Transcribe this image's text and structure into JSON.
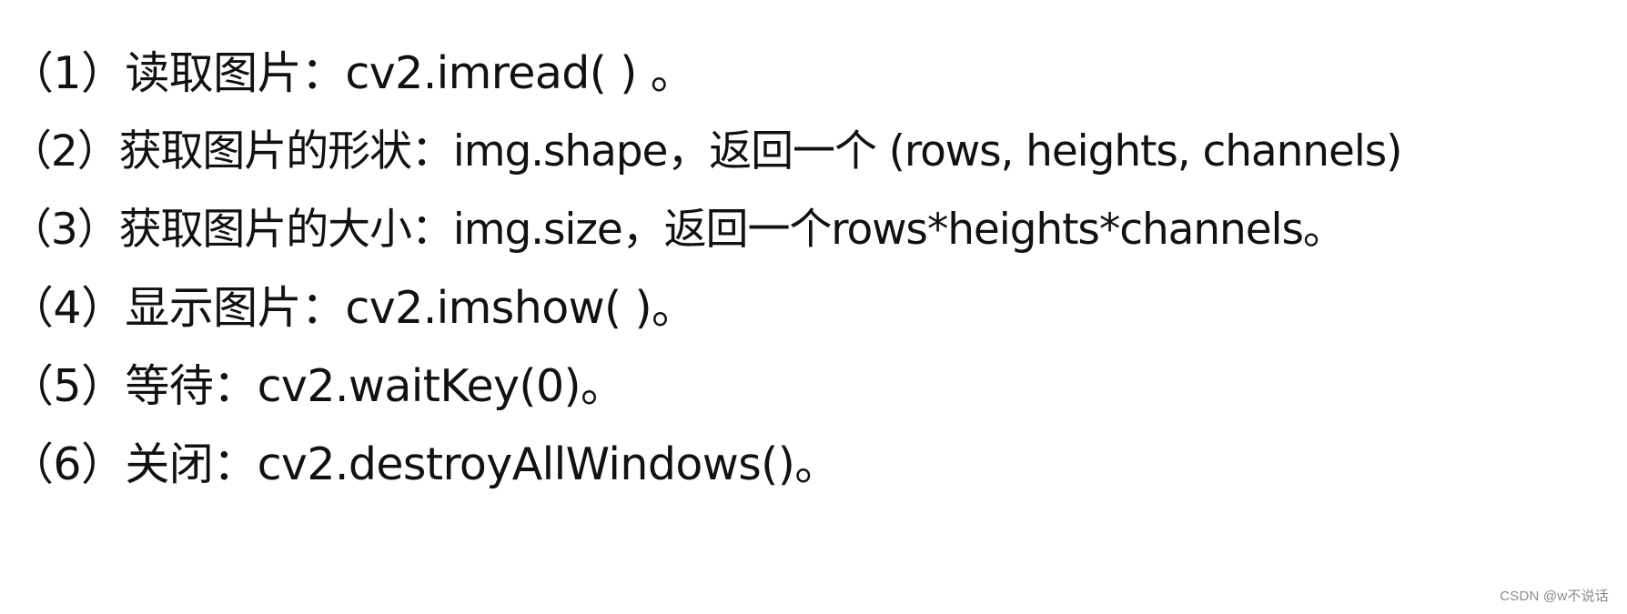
{
  "lines": [
    "（1）读取图片：cv2.imread( ) 。",
    "（2）获取图片的形状：img.shape，返回一个 (rows, heights, channels)",
    "（3）获取图片的大小：img.size，返回一个rows*heights*channels。",
    "（4）显示图片：cv2.imshow( )。",
    "（5）等待：cv2.waitKey(0)。",
    "（6）关闭：cv2.destroyAllWindows()。"
  ],
  "watermark": "CSDN @w不说话"
}
